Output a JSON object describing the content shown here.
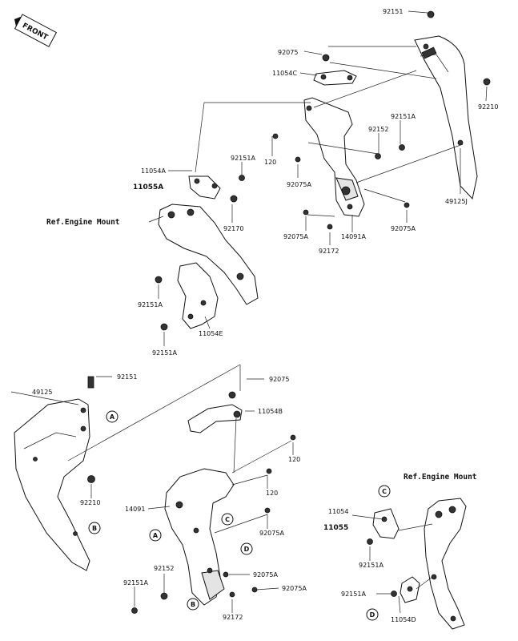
{
  "front_label": "FRONT",
  "ref_engine_mount": "Ref.Engine Mount",
  "upper": {
    "p92151": "92151",
    "p92075": "92075",
    "p11054C": "11054C",
    "p92210": "92210",
    "p92151A_a": "92151A",
    "p92152": "92152",
    "p120": "120",
    "p92075A_a": "92075A",
    "p49125J": "49125J",
    "p11054A": "11054A",
    "p11055A": "11055A",
    "p92151A_b": "92151A",
    "p92170": "92170",
    "p92075A_b": "92075A",
    "p14091A": "14091A",
    "p92075A_c": "92075A",
    "p92172": "92172",
    "p92151A_c": "92151A",
    "p11054E": "11054E",
    "p92151A_d": "92151A"
  },
  "lower": {
    "p92151": "92151",
    "p49125": "49125",
    "p92075": "92075",
    "p11054B": "11054B",
    "p120_a": "120",
    "p120_b": "120",
    "p92210": "92210",
    "p14091": "14091",
    "p92075A_a": "92075A",
    "p92152": "92152",
    "p92075A_b": "92075A",
    "p92151A_a": "92151A",
    "p92075A_c": "92075A",
    "p92172": "92172",
    "p11054": "11054",
    "p11055": "11055",
    "p92151A_b": "92151A",
    "p92151A_c": "92151A",
    "p11054D": "11054D"
  },
  "refs": {
    "A": "A",
    "B": "B",
    "C": "C",
    "D": "D"
  }
}
